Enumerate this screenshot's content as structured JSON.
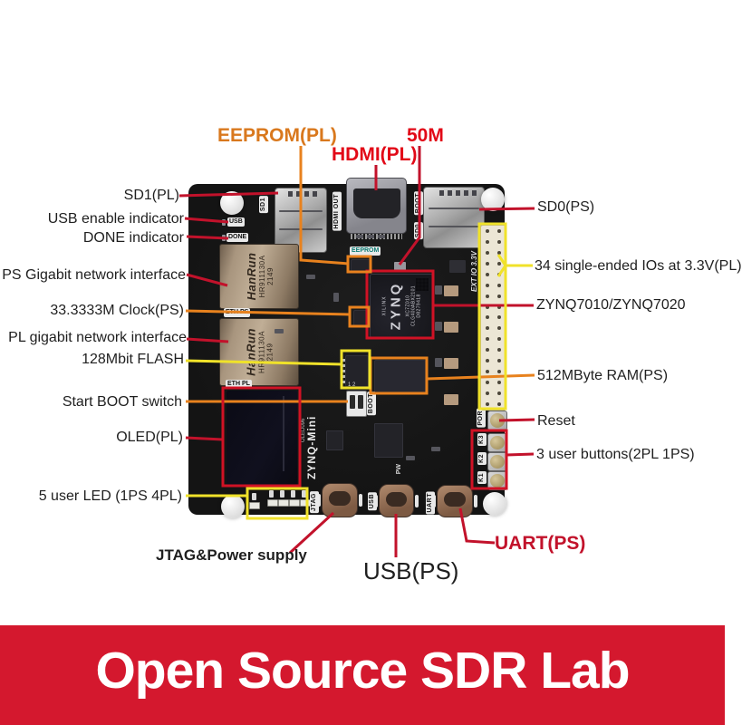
{
  "colors": {
    "banner_red": "#d4182e",
    "leader_red": "#c2122b",
    "leader_orange": "#e8821e",
    "leader_yellow": "#f0e22a",
    "label_red": "#e20917",
    "label_orange": "#d9781d",
    "board_black": "#151515"
  },
  "banner": {
    "title": "Open Source SDR Lab"
  },
  "annotations": {
    "top": [
      {
        "label": "EEPROM(PL)"
      },
      {
        "label": "HDMI(PL)"
      },
      {
        "label": "50M"
      }
    ],
    "left": [
      {
        "label": "SD1(PL)"
      },
      {
        "label": "USB enable indicator"
      },
      {
        "label": "DONE indicator"
      },
      {
        "label": "PS Gigabit network interface"
      },
      {
        "label": "33.3333M Clock(PS)"
      },
      {
        "label": "PL gigabit network interface"
      },
      {
        "label": "128Mbit FLASH"
      },
      {
        "label": "Start BOOT switch"
      },
      {
        "label": "OLED(PL)"
      },
      {
        "label": "5 user LED (1PS 4PL)"
      }
    ],
    "right": [
      {
        "label": "SD0(PS)"
      },
      {
        "label": "34 single-ended IOs at 3.3V(PL)"
      },
      {
        "label": "ZYNQ7010/ZYNQ7020"
      },
      {
        "label": "512MByte RAM(PS)"
      },
      {
        "label": "Reset"
      },
      {
        "label": "3 user buttons(2PL 1PS)"
      }
    ],
    "bottom": [
      {
        "label": "JTAG&Power supply"
      },
      {
        "label": "USB(PS)"
      },
      {
        "label": "UART(PS)"
      }
    ]
  },
  "board": {
    "silkscreen": {
      "sd1": "SD1",
      "hdmi_out": "HDMI OUT",
      "boot_top": "BOOT",
      "sd0": "SD0",
      "usb_led": "USB",
      "done_led": "DONE",
      "eth_ps": "ETH PS",
      "eth_pl": "ETH PL",
      "eeprom": "EEPROM",
      "ext_io": "EXT IO 3.3V",
      "oled096": "OLED096",
      "zynq_mini": "ZYNQ-Mini",
      "boot_switch": "BOOT",
      "one_two": "1 2",
      "jtag": "JTAG",
      "usb": "USB",
      "uart": "UART",
      "pw": "PW",
      "por": "POR",
      "k3": "K3",
      "k2": "K2",
      "k1": "K1"
    },
    "ethernet": {
      "brand": "HanRun",
      "part": "HR911130A",
      "date": "2149"
    },
    "zynq": {
      "brand": "XILINX",
      "series": "ZYNQ",
      "part": "XC7Z010",
      "pkg": "CLG400ABX2101",
      "lot": "D8279418"
    }
  }
}
